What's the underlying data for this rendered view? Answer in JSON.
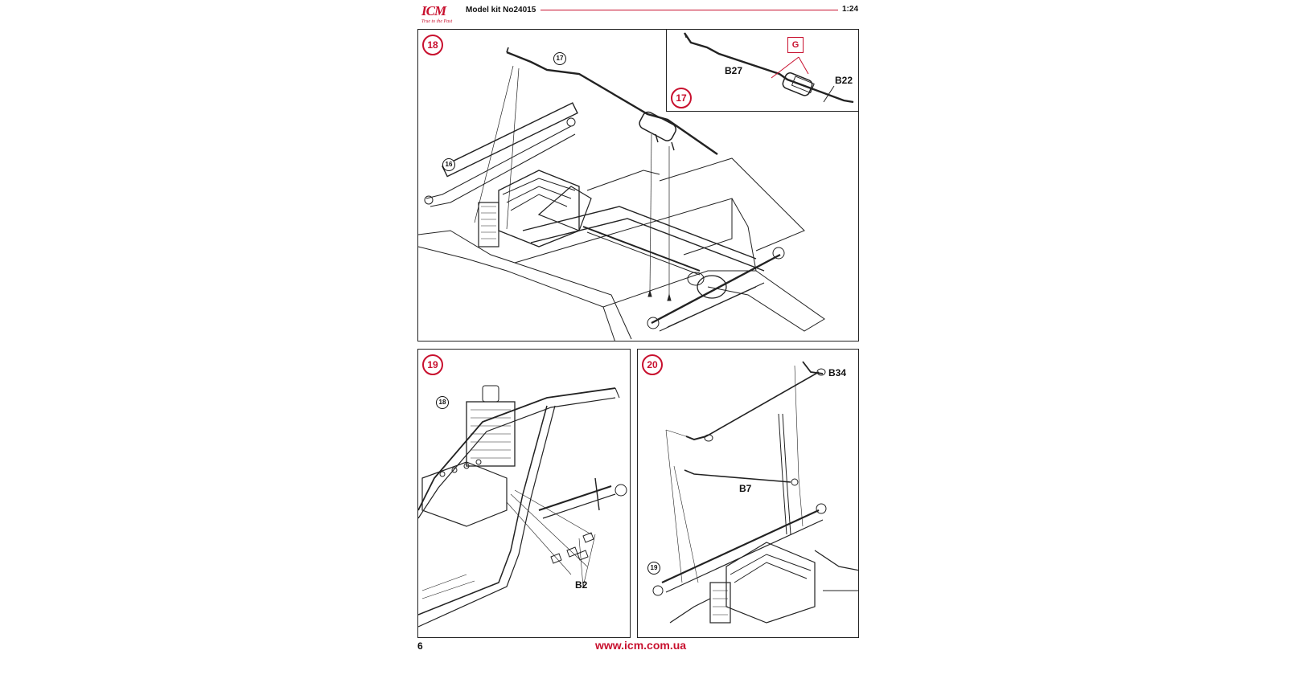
{
  "header": {
    "logo_text": "ICM",
    "logo_tagline": "True to the Past",
    "kit_label": "Model kit No24015",
    "scale": "1:24",
    "accent_color": "#c8102e"
  },
  "steps": {
    "step18": {
      "number": "18",
      "refs": [
        "17",
        "16"
      ]
    },
    "step17": {
      "number": "17",
      "parts": [
        "B27",
        "B22"
      ],
      "paint_code": "G"
    },
    "step19": {
      "number": "19",
      "refs": [
        "18"
      ],
      "parts": [
        "B2"
      ]
    },
    "step20": {
      "number": "20",
      "refs": [
        "19"
      ],
      "parts": [
        "B34",
        "B7"
      ]
    }
  },
  "footer": {
    "page_number": "6",
    "website": "www.icm.com.ua"
  }
}
